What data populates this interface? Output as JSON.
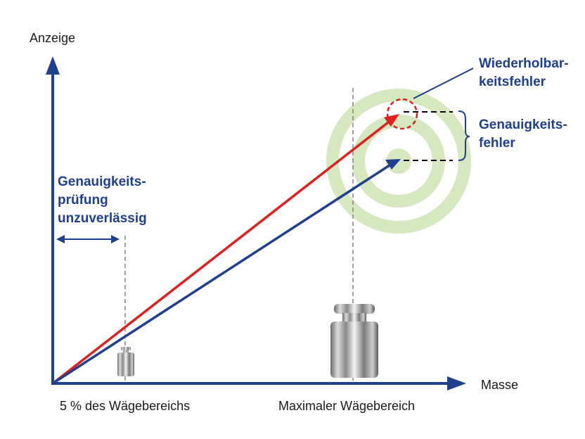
{
  "axes": {
    "y_label": "Anzeige",
    "x_label": "Masse"
  },
  "x_ticks": {
    "low": "5 % des Wägebereichs",
    "high": "Maximaler Wägebereich"
  },
  "annotations": {
    "unreliable_line1": "Genauigkeits-",
    "unreliable_line2": "prüfung",
    "unreliable_line3": "unzuverlässig",
    "repeatability_line1": "Wiederholbar-",
    "repeatability_line2": "keitsfehler",
    "accuracy_line1": "Genauigkeits-",
    "accuracy_line2": "fehler"
  },
  "colors": {
    "axis": "#1f3f8f",
    "label_blue": "#1f3f8f",
    "measured_arrow": "#e02020",
    "true_arrow": "#1f3f8f",
    "target_rings": "#d6e8bf",
    "repeatability_circle": "#e02020"
  }
}
